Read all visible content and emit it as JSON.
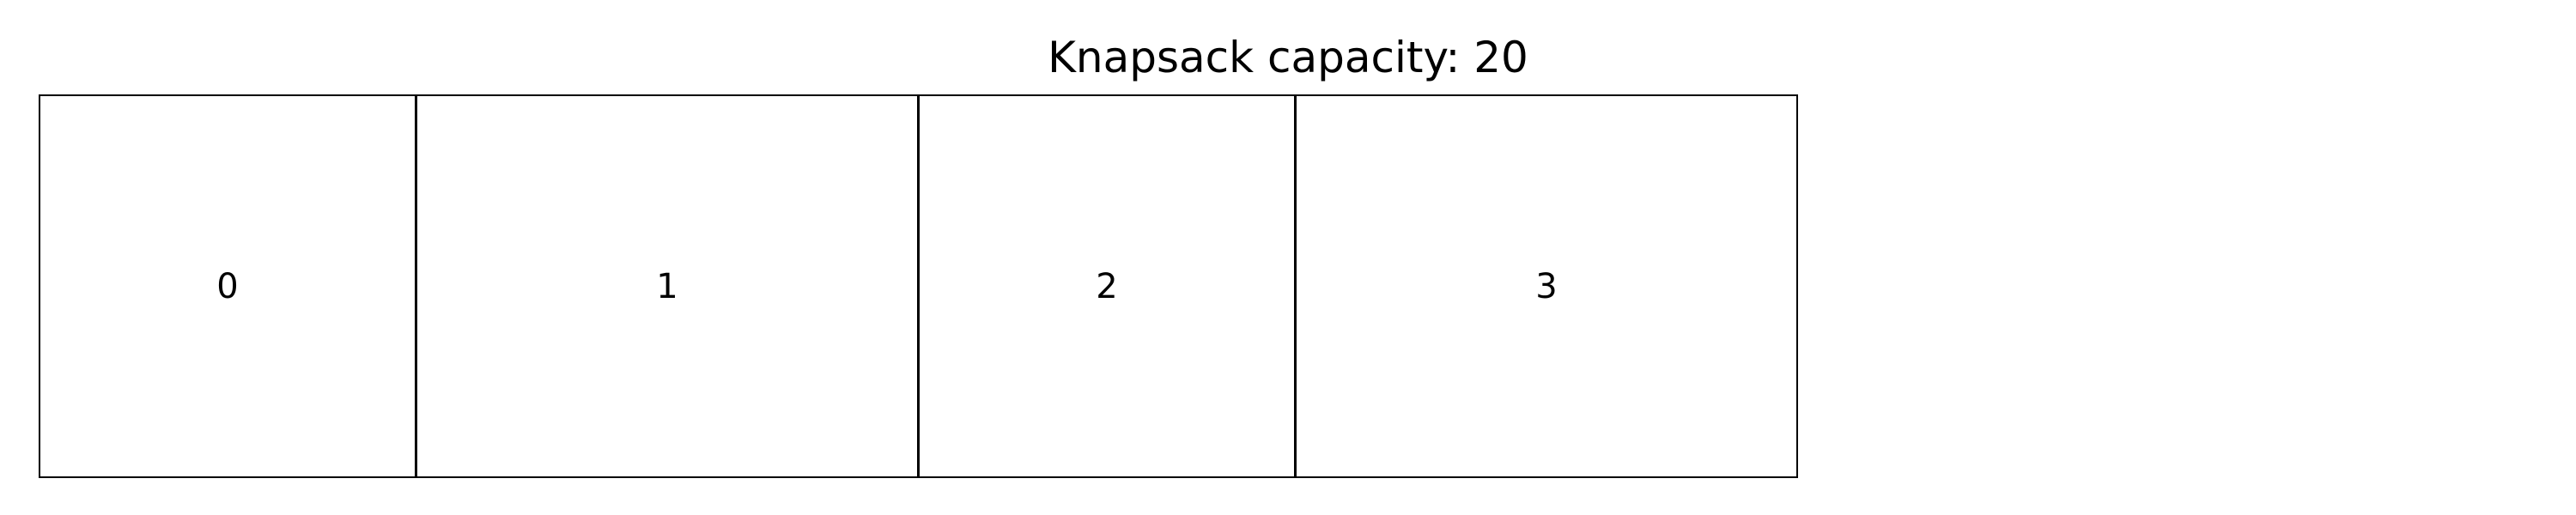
{
  "title": "Knapsack capacity: 20",
  "items": [
    {
      "label": "0"
    },
    {
      "label": "1"
    },
    {
      "label": "2"
    },
    {
      "label": "3"
    }
  ]
}
